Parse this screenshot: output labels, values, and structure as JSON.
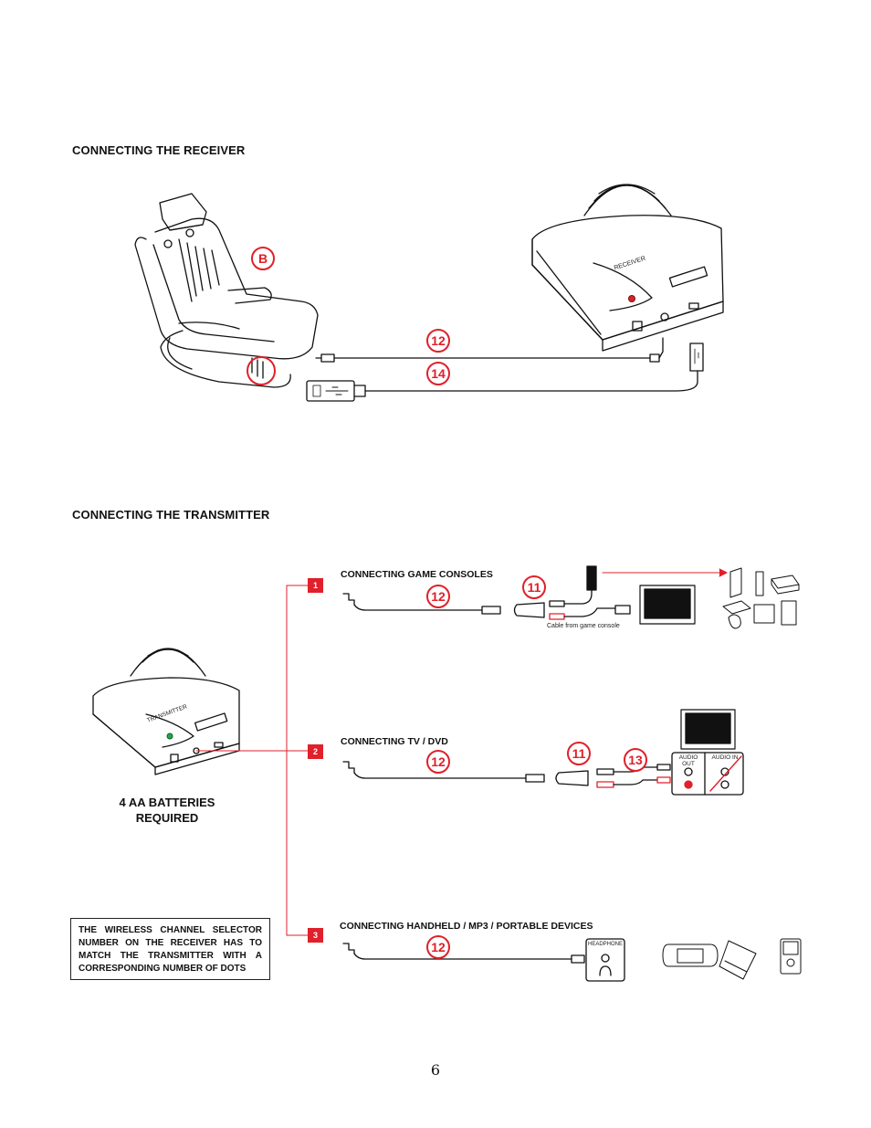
{
  "sections": {
    "receiver_heading": "CONNECTING THE RECEIVER",
    "transmitter_heading": "CONNECTING THE TRANSMITTER"
  },
  "receiver": {
    "device_label": "RECEIVER",
    "callout_b": "B",
    "callout_audio_cable": "12",
    "callout_usb_cable": "14"
  },
  "transmitter": {
    "device_label": "TRANSMITTER",
    "battery_line1": "4 AA BATTERIES",
    "battery_line2": "REQUIRED",
    "note": "THE WIRELESS CHANNEL SELECTOR NUMBER ON THE RECEIVER HAS TO MATCH THE TRANSMITTER WITH A CORRESPONDING NUMBER OF DOTS"
  },
  "options": [
    {
      "number": "1",
      "title": "CONNECTING GAME CONSOLES",
      "callout_cable": "12",
      "callout_splitter": "11",
      "caption": "Cable from game console"
    },
    {
      "number": "2",
      "title": "CONNECTING TV / DVD",
      "callout_cable": "12",
      "callout_splitter": "11",
      "callout_rca": "13",
      "audio_out": "AUDIO OUT",
      "audio_in": "AUDIO IN"
    },
    {
      "number": "3",
      "title": "CONNECTING HANDHELD / MP3 / PORTABLE DEVICES",
      "callout_cable": "12",
      "headphone": "HEADPHONE"
    }
  ],
  "page_number": "6",
  "colors": {
    "accent": "#e0202a",
    "ink": "#111111"
  }
}
